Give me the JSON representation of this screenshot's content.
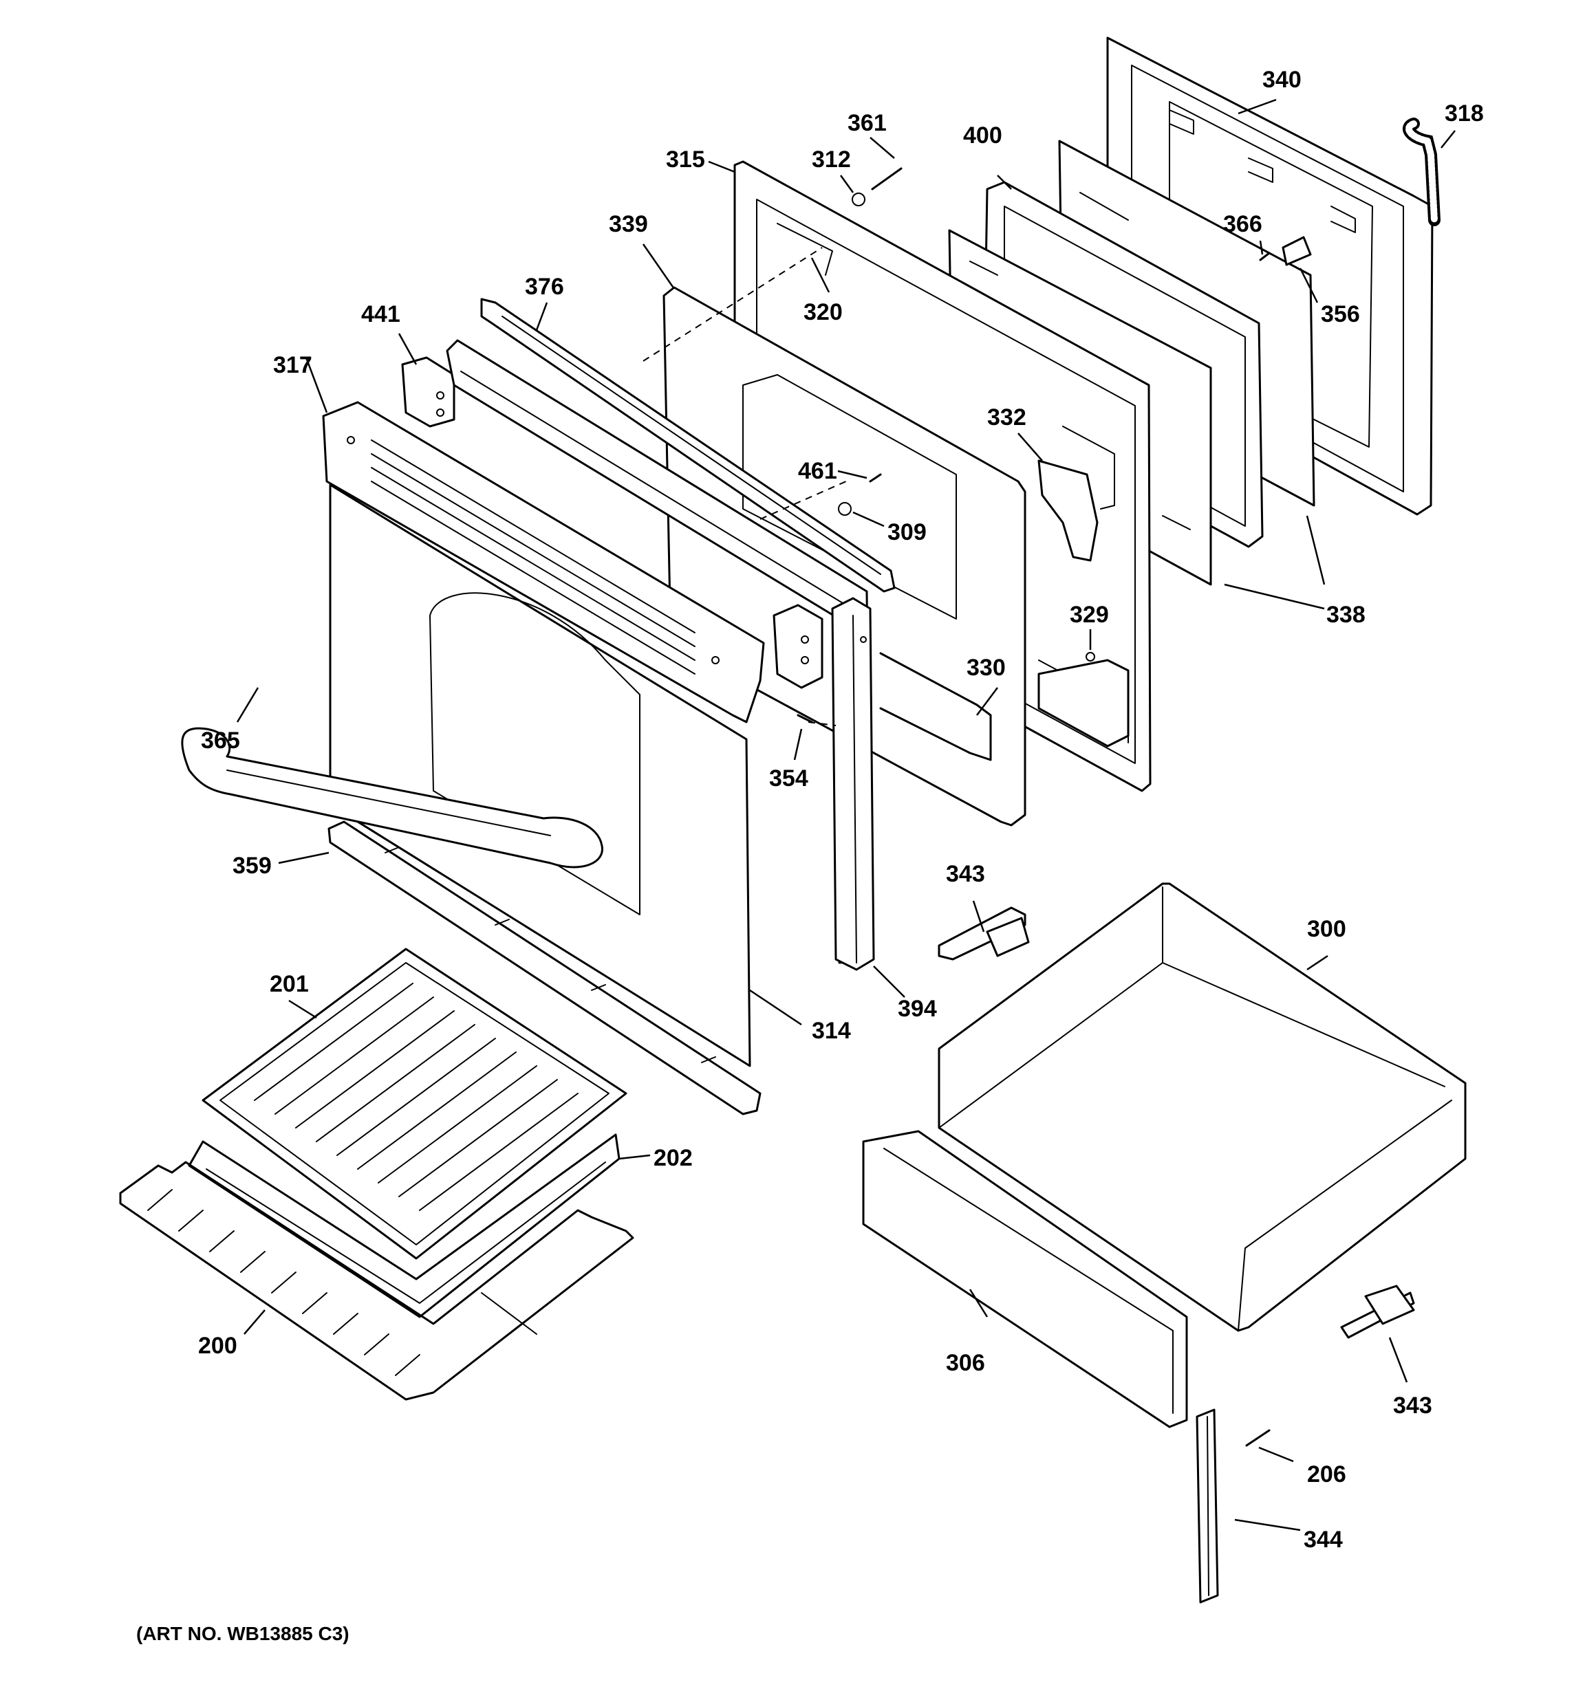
{
  "art_number": "(ART NO. WB13885 C3)",
  "parts": [
    {
      "id": "340",
      "label": "340"
    },
    {
      "id": "318",
      "label": "318"
    },
    {
      "id": "400",
      "label": "400"
    },
    {
      "id": "361",
      "label": "361"
    },
    {
      "id": "315",
      "label": "315"
    },
    {
      "id": "312",
      "label": "312"
    },
    {
      "id": "366",
      "label": "366"
    },
    {
      "id": "339",
      "label": "339"
    },
    {
      "id": "376",
      "label": "376"
    },
    {
      "id": "356",
      "label": "356"
    },
    {
      "id": "320",
      "label": "320"
    },
    {
      "id": "441",
      "label": "441"
    },
    {
      "id": "317",
      "label": "317"
    },
    {
      "id": "332",
      "label": "332"
    },
    {
      "id": "461",
      "label": "461"
    },
    {
      "id": "309",
      "label": "309"
    },
    {
      "id": "338",
      "label": "338"
    },
    {
      "id": "329",
      "label": "329"
    },
    {
      "id": "330",
      "label": "330"
    },
    {
      "id": "365",
      "label": "365"
    },
    {
      "id": "354",
      "label": "354"
    },
    {
      "id": "359",
      "label": "359"
    },
    {
      "id": "343a",
      "label": "343"
    },
    {
      "id": "300",
      "label": "300"
    },
    {
      "id": "201",
      "label": "201"
    },
    {
      "id": "394",
      "label": "394"
    },
    {
      "id": "314",
      "label": "314"
    },
    {
      "id": "202",
      "label": "202"
    },
    {
      "id": "306",
      "label": "306"
    },
    {
      "id": "200",
      "label": "200"
    },
    {
      "id": "343b",
      "label": "343"
    },
    {
      "id": "206",
      "label": "206"
    },
    {
      "id": "344",
      "label": "344"
    }
  ]
}
